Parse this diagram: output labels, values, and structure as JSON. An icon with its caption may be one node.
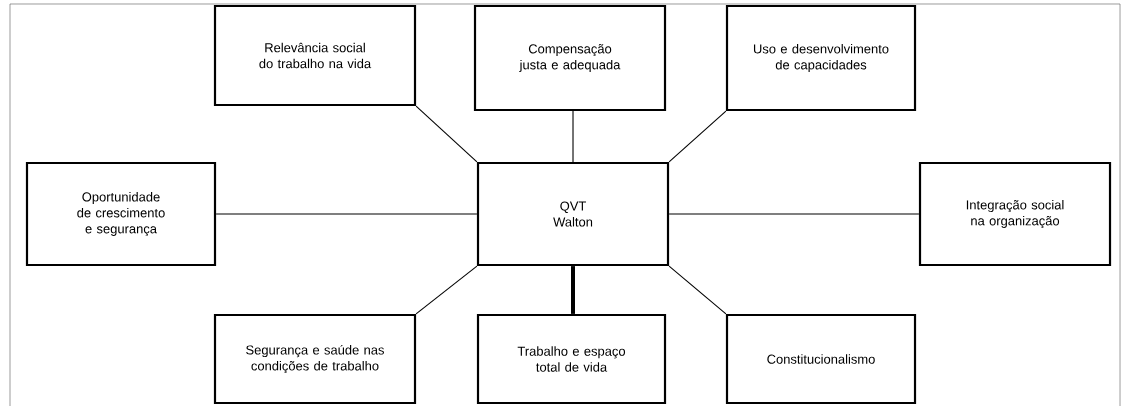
{
  "diagram": {
    "nodes": [
      {
        "text": [
          "Relevância social do trabalho na vida"
        ]
      },
      {
        "text": [
          "Compensação justa e adequada"
        ]
      },
      {
        "text": [
          "Uso e desenvolvimento de capacidades"
        ]
      },
      {
        "text": [
          "Oportunidade de crescimento e segurança"
        ]
      },
      {
        "text": [
          "QVT Walton"
        ]
      },
      {
        "text": [
          "Integração social na organização"
        ]
      },
      {
        "text": [
          "Segurança e saúde nas condições de trabalho"
        ]
      },
      {
        "text": [
          "Trabalho e espaço total de vida"
        ]
      },
      {
        "text": [
          "Constitucionalismo"
        ]
      }
    ],
    "edges": [
      {
        "from": 4,
        "to": 0,
        "arrow": "none"
      },
      {
        "from": 4,
        "to": 1,
        "arrow": "none"
      },
      {
        "from": 4,
        "to": 2,
        "arrow": "none"
      },
      {
        "from": 4,
        "to": 3,
        "arrow": "none"
      },
      {
        "from": 4,
        "to": 5,
        "arrow": "none"
      },
      {
        "from": 4,
        "to": 6,
        "arrow": "none"
      },
      {
        "from": 4,
        "to": 7,
        "arrow": "none",
        "style": "thick"
      },
      {
        "from": 4,
        "to": 8,
        "arrow": "none"
      }
    ]
  }
}
